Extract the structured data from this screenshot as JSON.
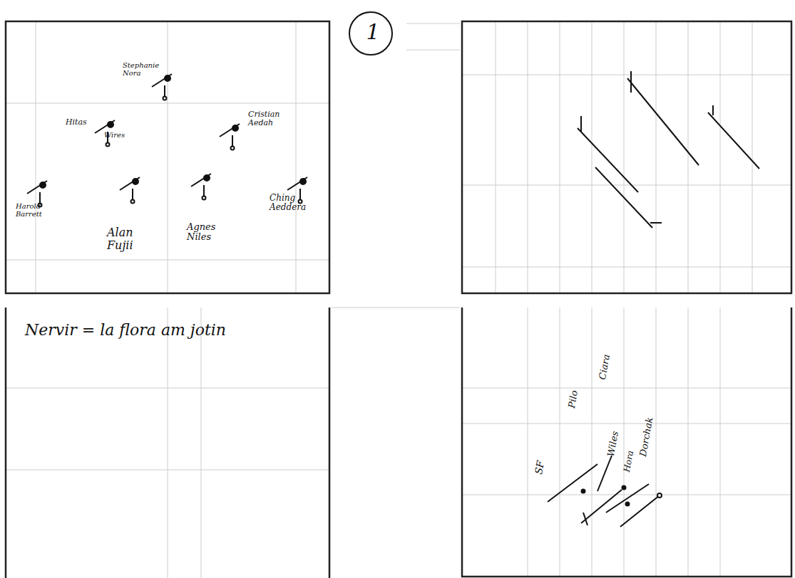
{
  "diagram": {
    "labels": [
      "1",
      "Stephanie Nora",
      "Hitas",
      "Wires",
      "Cristian Aedah",
      "Harold Barrett",
      "Alan Fujii",
      "Agnes Niles",
      "Ching Aeddera",
      "Nervir = la flora am jotin",
      "SF",
      "Pilo",
      "Ciara",
      "Wiles",
      "Hora",
      "Dorchak"
    ]
  }
}
